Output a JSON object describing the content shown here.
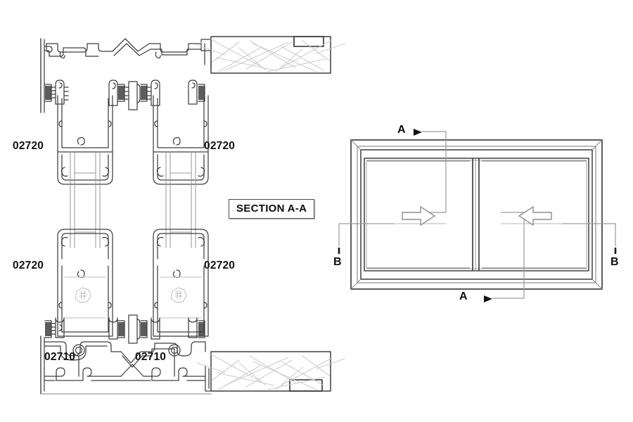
{
  "drawing": {
    "background_color": "#ffffff",
    "line_color": "#3c3c3c",
    "faint_line_color": "#b8b8b8",
    "text_color": "#0d0d0d",
    "title_box_border": "#4a4a4a"
  },
  "section_view": {
    "title": "SECTION A-A",
    "callouts": [
      {
        "id": "upper-left",
        "label": "02720"
      },
      {
        "id": "upper-right",
        "label": "02720"
      },
      {
        "id": "lower-left",
        "label": "02720"
      },
      {
        "id": "lower-right",
        "label": "02720"
      },
      {
        "id": "sill-left",
        "label": "02710"
      },
      {
        "id": "sill-right",
        "label": "02710"
      }
    ]
  },
  "elevation_view": {
    "cut_marks": [
      {
        "id": "a-top",
        "label": "A",
        "arrow": "▸"
      },
      {
        "id": "a-bottom",
        "label": "A",
        "arrow": "▸"
      },
      {
        "id": "b-left",
        "label": "B",
        "arrow": ""
      },
      {
        "id": "b-right",
        "label": "B",
        "arrow": ""
      }
    ],
    "panels": [
      {
        "id": "left-panel",
        "slide_direction": "right",
        "arrow_glyph": "right-arrow"
      },
      {
        "id": "right-panel",
        "slide_direction": "left",
        "arrow_glyph": "left-arrow"
      }
    ]
  }
}
